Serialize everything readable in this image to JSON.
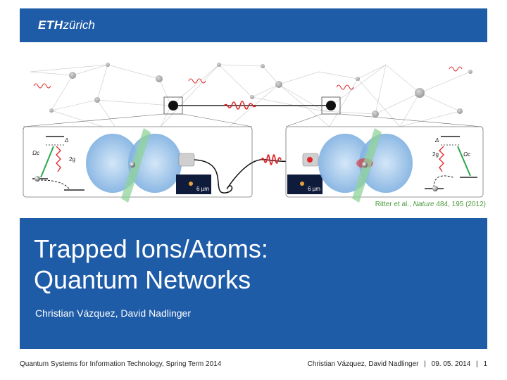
{
  "header": {
    "logo_eth": "ETH",
    "logo_zurich": "zürich"
  },
  "figure": {
    "left_panel": {
      "delta_label": "Δ",
      "omega_label": "Ωc",
      "coupling_label": "2g",
      "scale_label": "6 µm"
    },
    "right_panel": {
      "delta_label": "Δ",
      "omega_label": "Ωc",
      "coupling_label": "2g",
      "scale_label": "6 µm"
    },
    "colors": {
      "photon": "#e0262a",
      "link": "#222222",
      "laser": "#2aa84a",
      "cavity": "#7fb4e6"
    }
  },
  "citation": {
    "authors": "Ritter et al., ",
    "journal": "Nature",
    "details": " 484, 195 (2012)"
  },
  "title_slide": {
    "title_line1": "Trapped Ions/Atoms:",
    "title_line2": "Quantum Networks",
    "authors": "Christian Vázquez, David Nadlinger"
  },
  "footer": {
    "course": "Quantum Systems for Information Technology, Spring Term 2014",
    "authors": "Christian Vázquez, David Nadlinger",
    "separator": "|",
    "date": "09. 05. 2014",
    "page": "1"
  },
  "theme": {
    "brand_blue": "#1f5ca8",
    "citation_green": "#4a9a3b"
  }
}
